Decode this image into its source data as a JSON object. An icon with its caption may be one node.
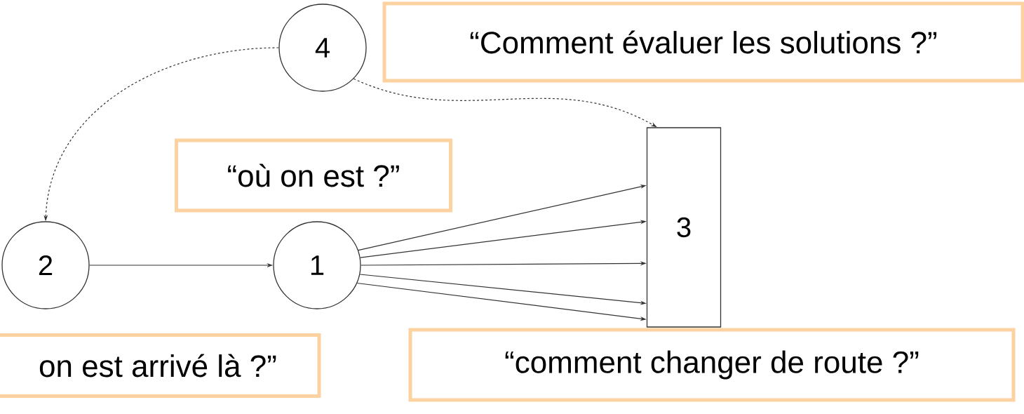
{
  "diagram": {
    "nodes": [
      {
        "text": [
          "4"
        ]
      },
      {
        "text": [
          "“Comment évaluer les solutions ?”"
        ]
      },
      {
        "text": [
          "“où on est ?”"
        ]
      },
      {
        "text": [
          "2"
        ]
      },
      {
        "text": [
          "1"
        ]
      },
      {
        "text": [
          "3"
        ]
      },
      {
        "text": [
          "on est arrivé là ?”"
        ]
      },
      {
        "text": [
          "“comment changer de route ?”"
        ]
      }
    ],
    "edges": [
      {
        "from": 0,
        "to": 3,
        "arrow": "to",
        "style": "dashed"
      },
      {
        "from": 0,
        "to": 5,
        "arrow": "to",
        "style": "dashed"
      },
      {
        "from": 3,
        "to": 4,
        "arrow": "to"
      },
      {
        "from": 4,
        "to": 5,
        "arrow": "to"
      },
      {
        "from": 4,
        "to": 5,
        "arrow": "to"
      },
      {
        "from": 4,
        "to": 5,
        "arrow": "to"
      },
      {
        "from": 4,
        "to": 5,
        "arrow": "to"
      },
      {
        "from": 4,
        "to": 5,
        "arrow": "to"
      }
    ]
  }
}
